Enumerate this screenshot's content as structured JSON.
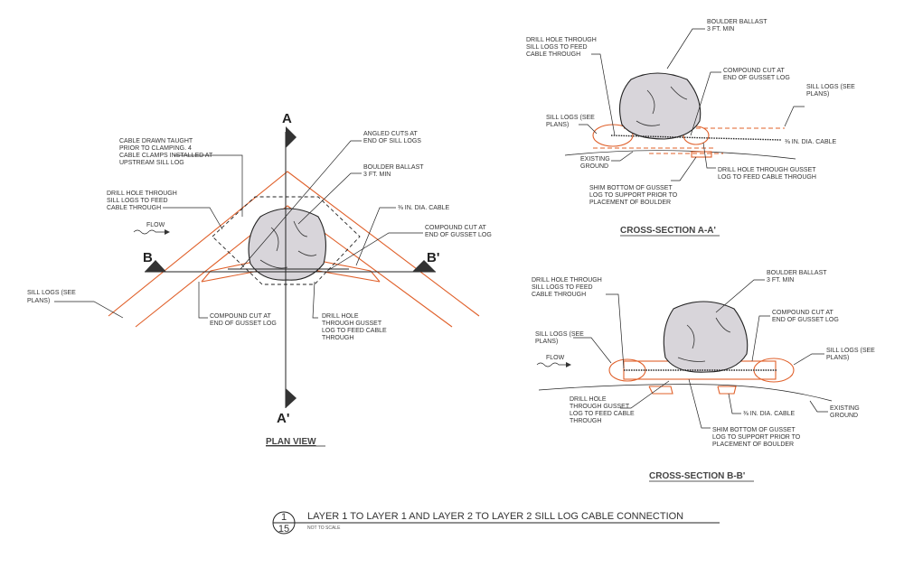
{
  "plan_view": {
    "title": "PLAN VIEW",
    "section_a_label": "A",
    "section_a_prime_label": "A'",
    "section_b_label": "B",
    "section_b_prime_label": "B'",
    "flow_label": "FLOW",
    "labels": {
      "cable_drawn": [
        "CABLE DRAWN TAUGHT",
        "PRIOR TO CLAMPING. 4",
        "CABLE CLAMPS INSTALLED AT",
        "UPSTREAM SILL LOG"
      ],
      "drill_hole_left": [
        "DRILL HOLE THROUGH",
        "SILL LOGS TO FEED",
        "CABLE THROUGH"
      ],
      "angled_cuts": [
        "ANGLED CUTS AT",
        "END OF SILL LOGS"
      ],
      "boulder": [
        "BOULDER BALLAST",
        "3 FT. MIN"
      ],
      "cable_dia": "⅜ IN. DIA. CABLE",
      "compound_cut_right": [
        "COMPOUND CUT AT",
        "END OF GUSSET LOG"
      ],
      "sill_logs": [
        "SILL LOGS (SEE",
        "PLANS)"
      ],
      "compound_cut_bottom": [
        "COMPOUND CUT AT",
        "END OF GUSSET LOG"
      ],
      "drill_hole_gusset": [
        "DRILL HOLE",
        "THROUGH GUSSET",
        "LOG TO FEED CABLE",
        "THROUGH"
      ]
    }
  },
  "section_aa": {
    "title": "CROSS-SECTION A-A'",
    "labels": {
      "boulder": [
        "BOULDER BALLAST",
        "3 FT. MIN"
      ],
      "drill_hole": [
        "DRILL HOLE THROUGH",
        "SILL LOGS TO FEED",
        "CABLE THROUGH"
      ],
      "compound_cut": [
        "COMPOUND CUT AT",
        "END OF GUSSET LOG"
      ],
      "sill_logs_right": [
        "SILL LOGS (SEE",
        "PLANS)"
      ],
      "sill_logs_left": [
        "SILL LOGS (SEE",
        "PLANS)"
      ],
      "cable_dia": "⅜ IN. DIA. CABLE",
      "existing_ground": [
        "EXISTING",
        "GROUND"
      ],
      "drill_hole_gusset": [
        "DRILL HOLE THROUGH GUSSET",
        "LOG TO FEED CABLE THROUGH"
      ],
      "shim": [
        "SHIM BOTTOM OF GUSSET",
        "LOG TO SUPPORT PRIOR TO",
        "PLACEMENT OF BOULDER"
      ]
    }
  },
  "section_bb": {
    "title": "CROSS-SECTION B-B'",
    "flow_label": "FLOW",
    "labels": {
      "drill_hole": [
        "DRILL HOLE THROUGH",
        "SILL LOGS TO FEED",
        "CABLE THROUGH"
      ],
      "boulder": [
        "BOULDER BALLAST",
        "3 FT. MIN"
      ],
      "compound_cut": [
        "COMPOUND CUT AT",
        "END OF GUSSET LOG"
      ],
      "sill_logs_left": [
        "SILL LOGS (SEE",
        "PLANS)"
      ],
      "sill_logs_right": [
        "SILL LOGS (SEE",
        "PLANS)"
      ],
      "existing_ground": [
        "EXISTING",
        "GROUND"
      ],
      "drill_hole_gusset": [
        "DRILL HOLE",
        "THROUGH GUSSET",
        "LOG TO FEED CABLE",
        "THROUGH"
      ],
      "cable_dia": "⅜ IN. DIA. CABLE",
      "shim": [
        "SHIM BOTTOM OF GUSSET",
        "LOG TO SUPPORT PRIOR TO",
        "PLACEMENT OF BOULDER"
      ]
    }
  },
  "title_block": {
    "detail_number": "1",
    "sheet_number": "15",
    "title": "LAYER 1 TO LAYER 1 AND  LAYER 2 TO LAYER 2 SILL LOG CABLE CONNECTION",
    "scale": "NOT TO SCALE"
  },
  "colors": {
    "log_outline": "#e0602a",
    "ink": "#222222",
    "boulder_fill": "#d8d5da"
  }
}
